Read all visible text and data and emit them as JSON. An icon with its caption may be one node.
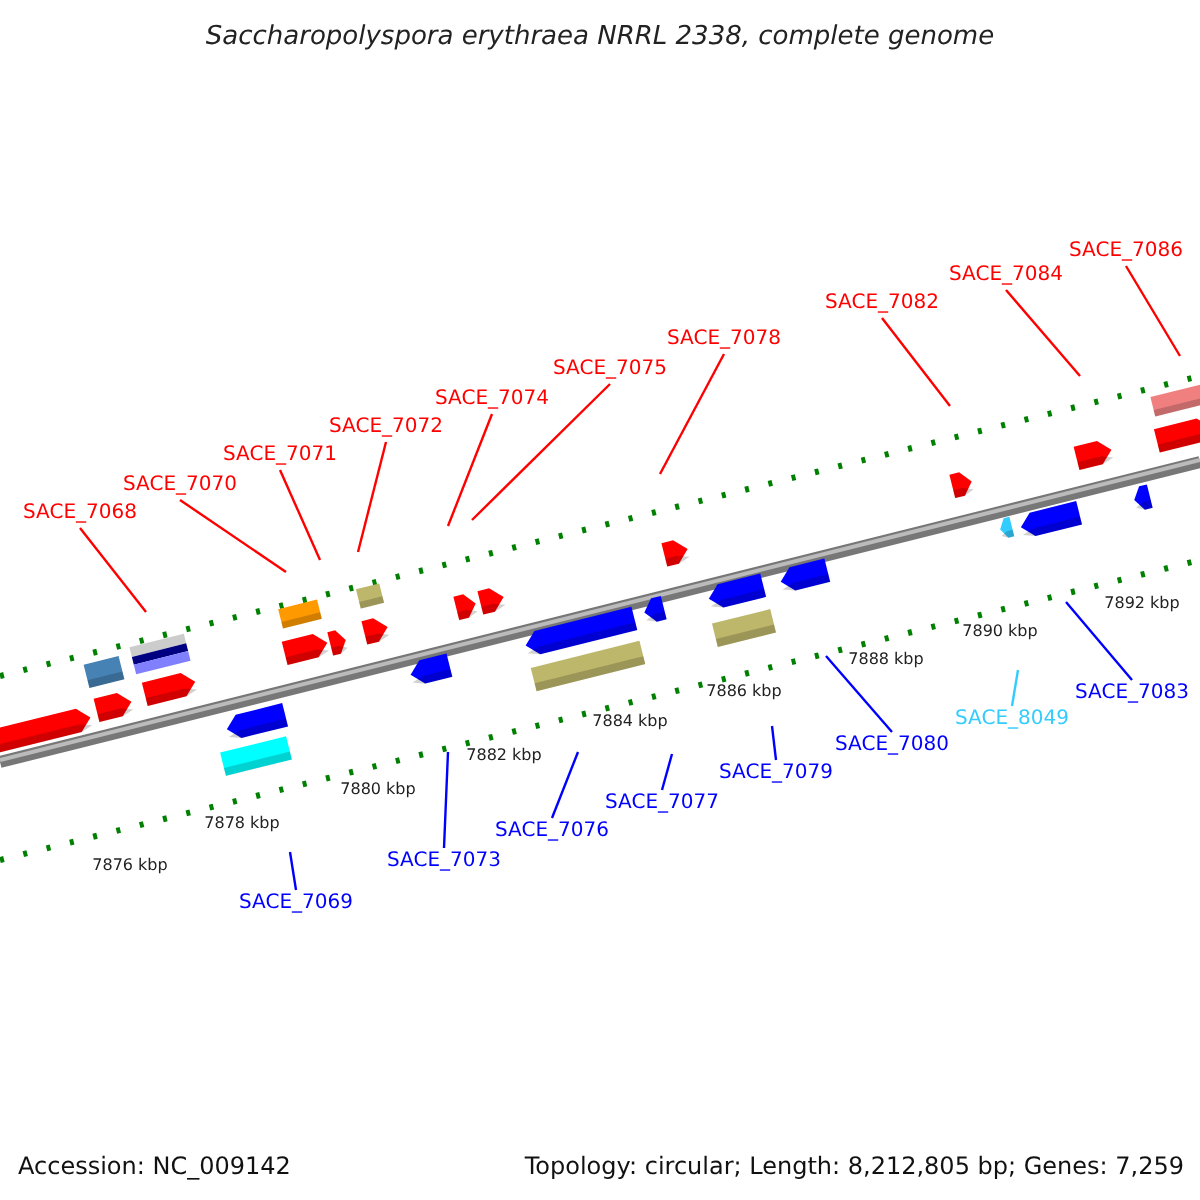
{
  "diagram": {
    "title": "Saccharopolyspora erythraea NRRL 2338, complete genome",
    "nodes": [
      {
        "text": [
          "SACE_7068"
        ]
      },
      {
        "text": [
          "SACE_7070"
        ]
      },
      {
        "text": [
          "SACE_7071"
        ]
      },
      {
        "text": [
          "SACE_7072"
        ]
      },
      {
        "text": [
          "SACE_7074"
        ]
      },
      {
        "text": [
          "SACE_7075"
        ]
      },
      {
        "text": [
          "SACE_7078"
        ]
      },
      {
        "text": [
          "SACE_7082"
        ]
      },
      {
        "text": [
          "SACE_7084"
        ]
      },
      {
        "text": [
          "SACE_7086"
        ]
      },
      {
        "text": [
          "SACE_7069"
        ]
      },
      {
        "text": [
          "SACE_7073"
        ]
      },
      {
        "text": [
          "SACE_7076"
        ]
      },
      {
        "text": [
          "SACE_7077"
        ]
      },
      {
        "text": [
          "SACE_7079"
        ]
      },
      {
        "text": [
          "SACE_7080"
        ]
      },
      {
        "text": [
          "SACE_8049"
        ]
      },
      {
        "text": [
          "SACE_7083"
        ]
      }
    ],
    "edges": [
      {
        "from": 0,
        "to": null,
        "arrow": "none",
        "color": "#ff0000"
      },
      {
        "from": 1,
        "to": null,
        "arrow": "none",
        "color": "#ff0000"
      },
      {
        "from": 2,
        "to": null,
        "arrow": "none",
        "color": "#ff0000"
      },
      {
        "from": 3,
        "to": null,
        "arrow": "none",
        "color": "#ff0000"
      },
      {
        "from": 4,
        "to": null,
        "arrow": "none",
        "color": "#ff0000"
      },
      {
        "from": 5,
        "to": null,
        "arrow": "none",
        "color": "#ff0000"
      },
      {
        "from": 6,
        "to": null,
        "arrow": "none",
        "color": "#ff0000"
      },
      {
        "from": 7,
        "to": null,
        "arrow": "none",
        "color": "#ff0000"
      },
      {
        "from": 8,
        "to": null,
        "arrow": "none",
        "color": "#ff0000"
      },
      {
        "from": 9,
        "to": null,
        "arrow": "none",
        "color": "#ff0000"
      },
      {
        "from": 10,
        "to": null,
        "arrow": "none",
        "color": "#0000ff"
      },
      {
        "from": 11,
        "to": null,
        "arrow": "none",
        "color": "#0000ff"
      },
      {
        "from": 12,
        "to": null,
        "arrow": "none",
        "color": "#0000ff"
      },
      {
        "from": 13,
        "to": null,
        "arrow": "none",
        "color": "#0000ff"
      },
      {
        "from": 14,
        "to": null,
        "arrow": "none",
        "color": "#0000ff"
      },
      {
        "from": 15,
        "to": null,
        "arrow": "none",
        "color": "#0000ff"
      },
      {
        "from": 16,
        "to": null,
        "arrow": "none",
        "color": "#33ccff"
      },
      {
        "from": 17,
        "to": null,
        "arrow": "none",
        "color": "#0000ff"
      }
    ],
    "labels": [
      "7876 kbp",
      "7878 kbp",
      "7880 kbp",
      "7882 kbp",
      "7884 kbp",
      "7886 kbp",
      "7888 kbp",
      "7890 kbp",
      "7892 kbp",
      "Accession: NC_009142",
      "Topology: circular; Length: 8,212,805 bp; Genes: 7,259"
    ]
  }
}
